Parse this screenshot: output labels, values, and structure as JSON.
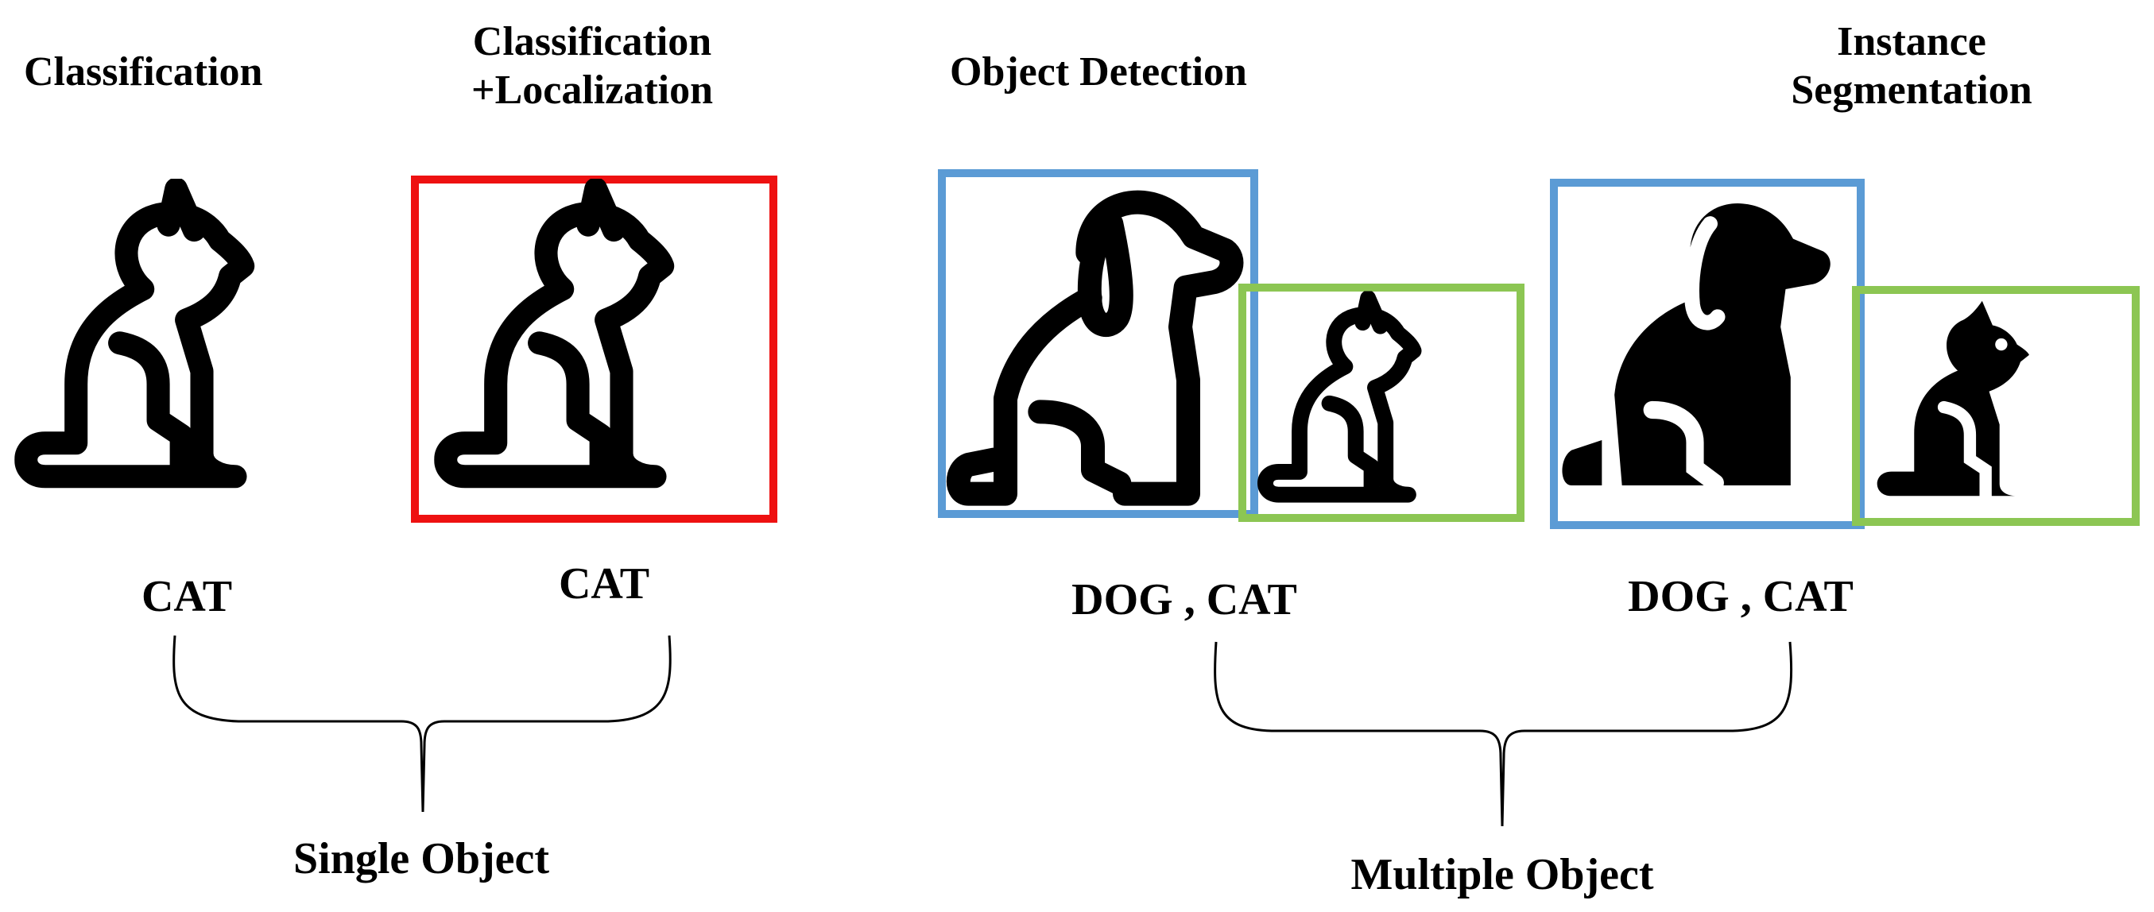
{
  "titles": {
    "classification": "Classification",
    "cls_loc_line1": "Classification",
    "cls_loc_line2": "+Localization",
    "object_detection": "Object Detection",
    "instance_line1": "Instance",
    "instance_line2": "Segmentation"
  },
  "captions": {
    "classification": "CAT",
    "cls_loc": "CAT",
    "object_detection": "DOG , CAT",
    "instance": "DOG , CAT"
  },
  "groups": {
    "single": "Single Object",
    "multiple": "Multiple Object"
  },
  "icons": {
    "cat_outline": "cat-outline-icon",
    "dog_outline": "dog-outline-icon",
    "cat_filled": "cat-filled-icon",
    "dog_filled": "dog-filled-icon"
  },
  "colors": {
    "localization_box": "#ee1111",
    "dog_box": "#5b9bd5",
    "cat_box": "#8cc653"
  }
}
